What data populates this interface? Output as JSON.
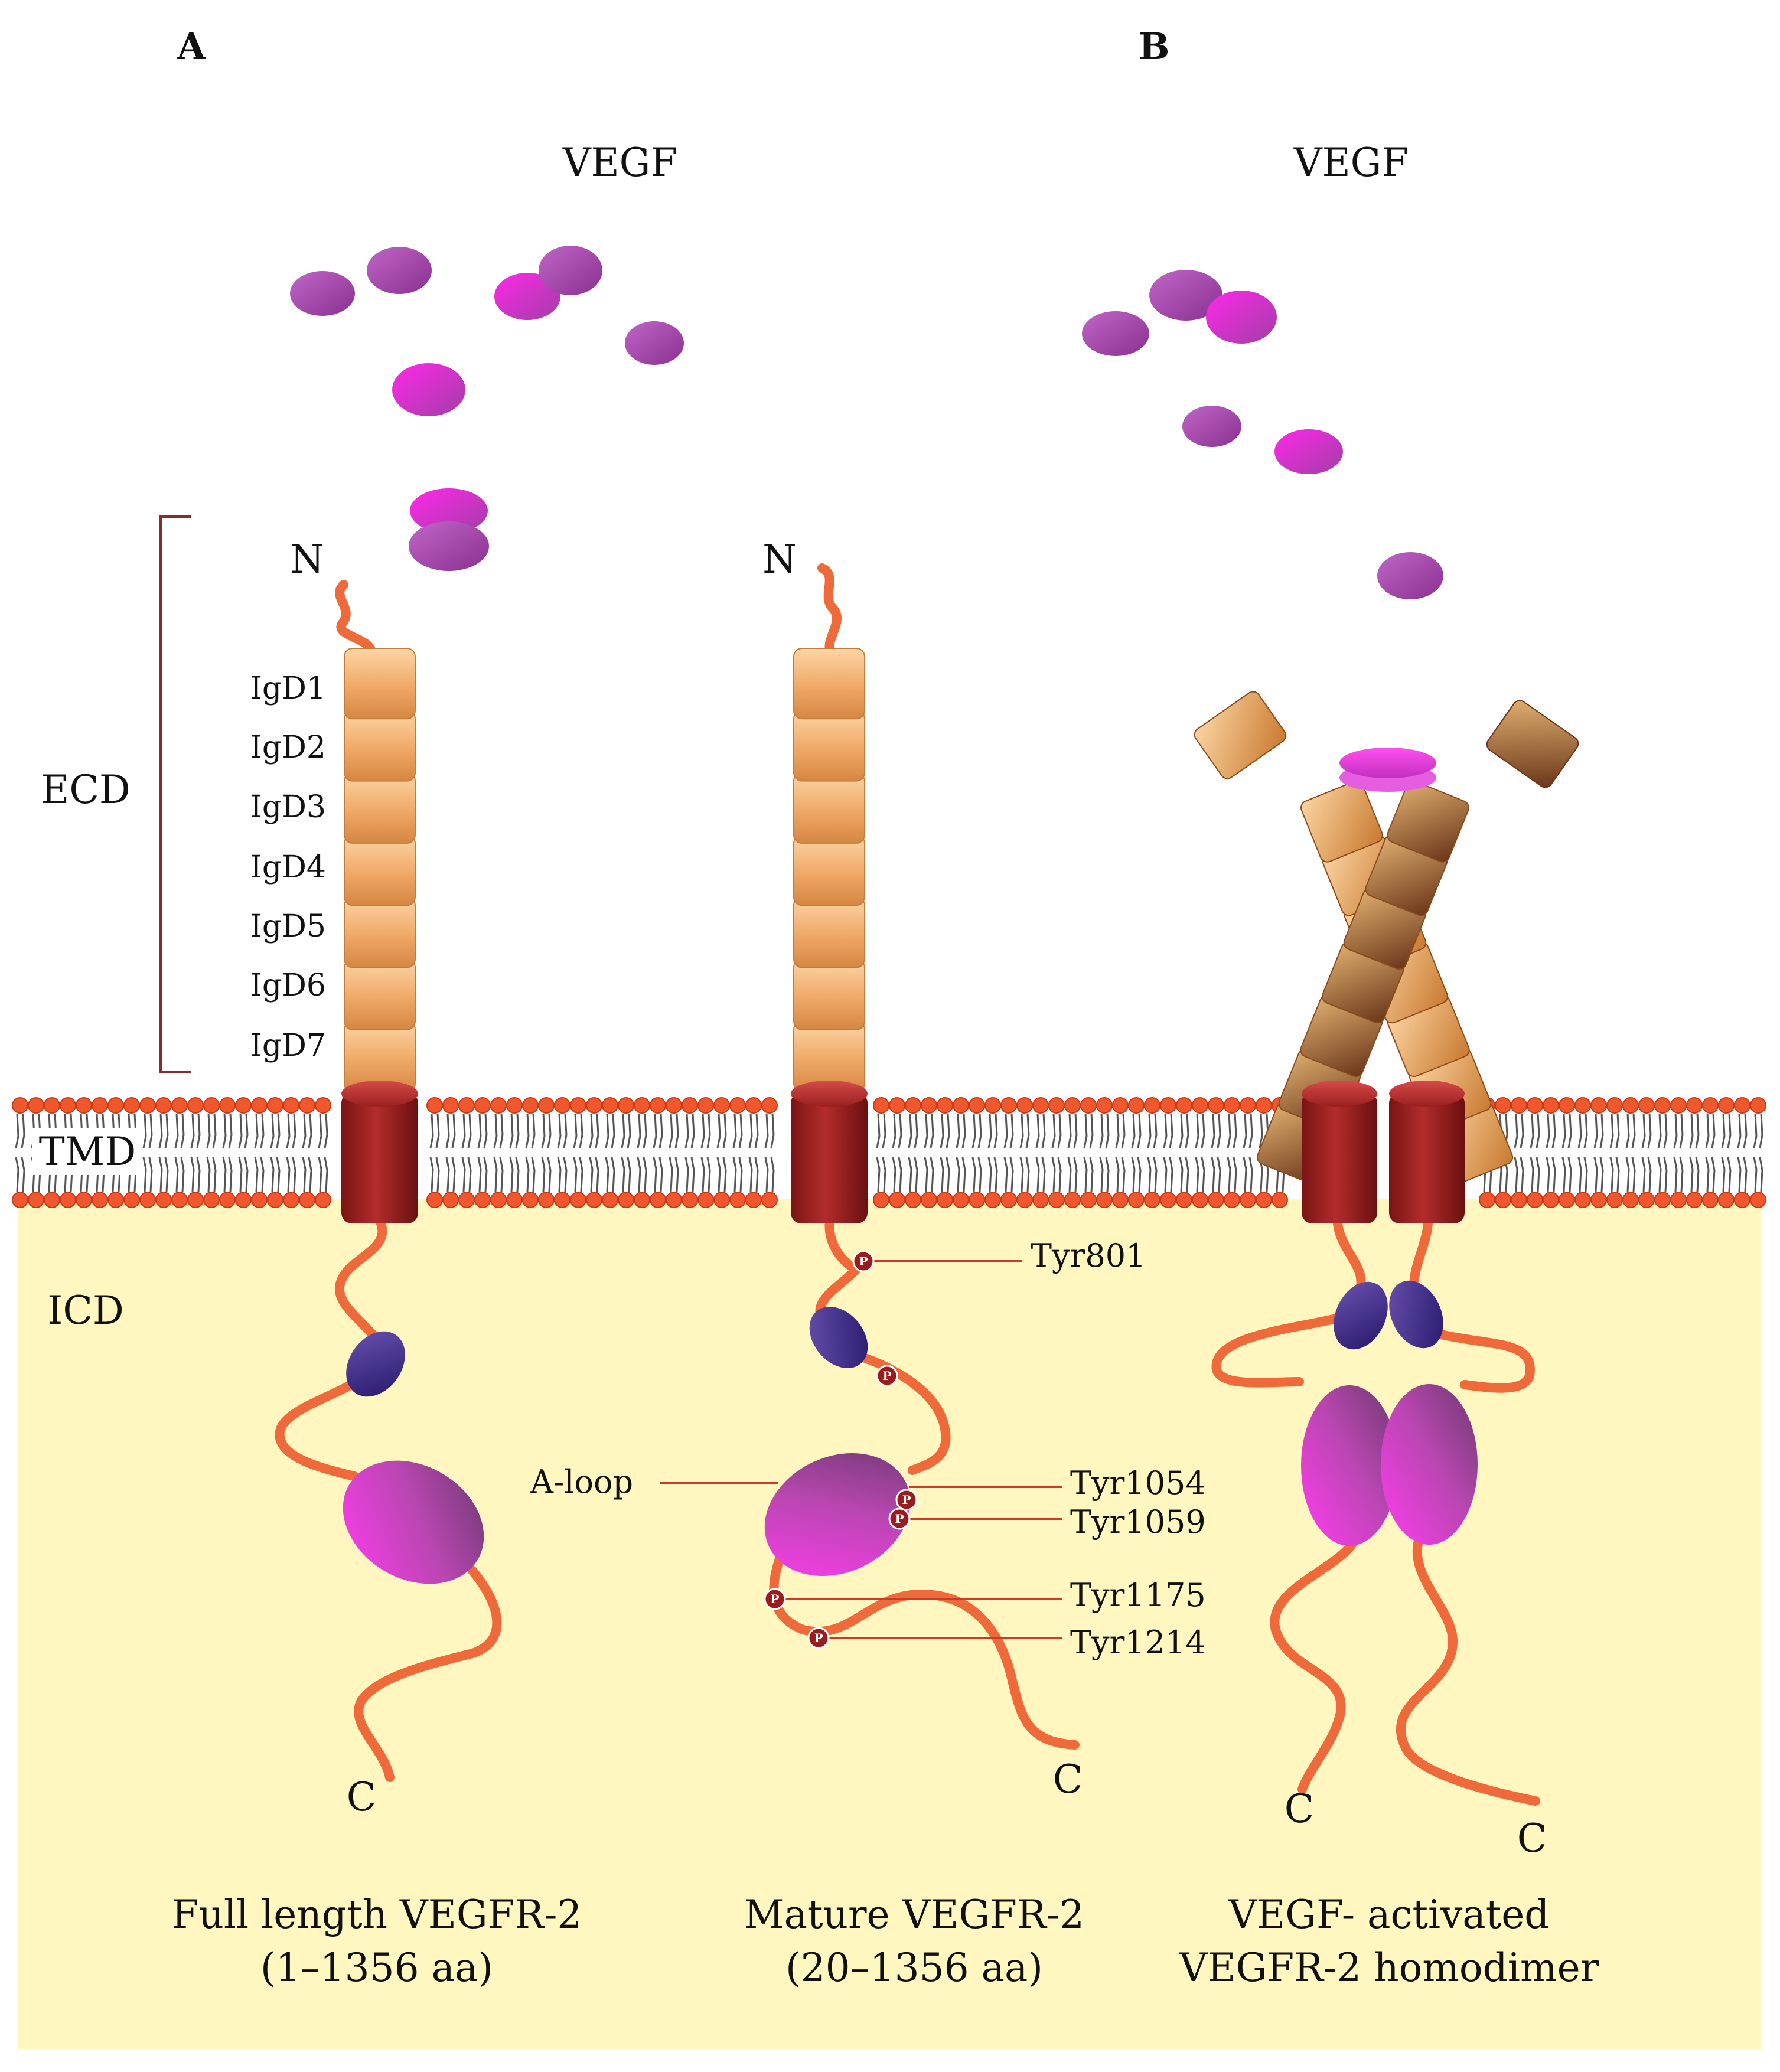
{
  "panels": {
    "a": "A",
    "b": "B"
  },
  "ligand": {
    "label_a": "VEGF",
    "label_b": "VEGF"
  },
  "regions": {
    "ecd": "ECD",
    "tmd": "TMD",
    "icd": "ICD"
  },
  "termini": {
    "n": "N",
    "c": "C"
  },
  "domains": [
    "IgD1",
    "IgD2",
    "IgD3",
    "IgD4",
    "IgD5",
    "IgD6",
    "IgD7"
  ],
  "phospho": {
    "badge": "P",
    "sites": [
      "Tyr801",
      "Tyr1054",
      "Tyr1059",
      "Tyr1175",
      "Tyr1214"
    ],
    "aloop": "A-loop"
  },
  "captions": {
    "full": {
      "line1": "Full length VEGFR-2",
      "line2": "(1–1356 aa)"
    },
    "mature": {
      "line1": "Mature VEGFR-2",
      "line2": "(20–1356 aa)"
    },
    "dimer": {
      "line1": "VEGF- activated",
      "line2": "VEGFR-2 homodimer"
    }
  },
  "colors": {
    "cytoplasm": "#fff6c0",
    "lipid_head": "#f0572d",
    "tail_line": "#555555",
    "linker": "#ee6a3a",
    "tm_helix": "#a42222",
    "ig_domain_light": "#f8c488",
    "ig_domain_dark": "#b66a2c",
    "jm_domain": "#3a2a80",
    "kinase_domain": "#e040d8",
    "vegf": "#a94ab4",
    "vegf_bright": "#ff30e8",
    "phospho_badge": "#9a1d1d",
    "bracket": "#8a2a2a"
  }
}
